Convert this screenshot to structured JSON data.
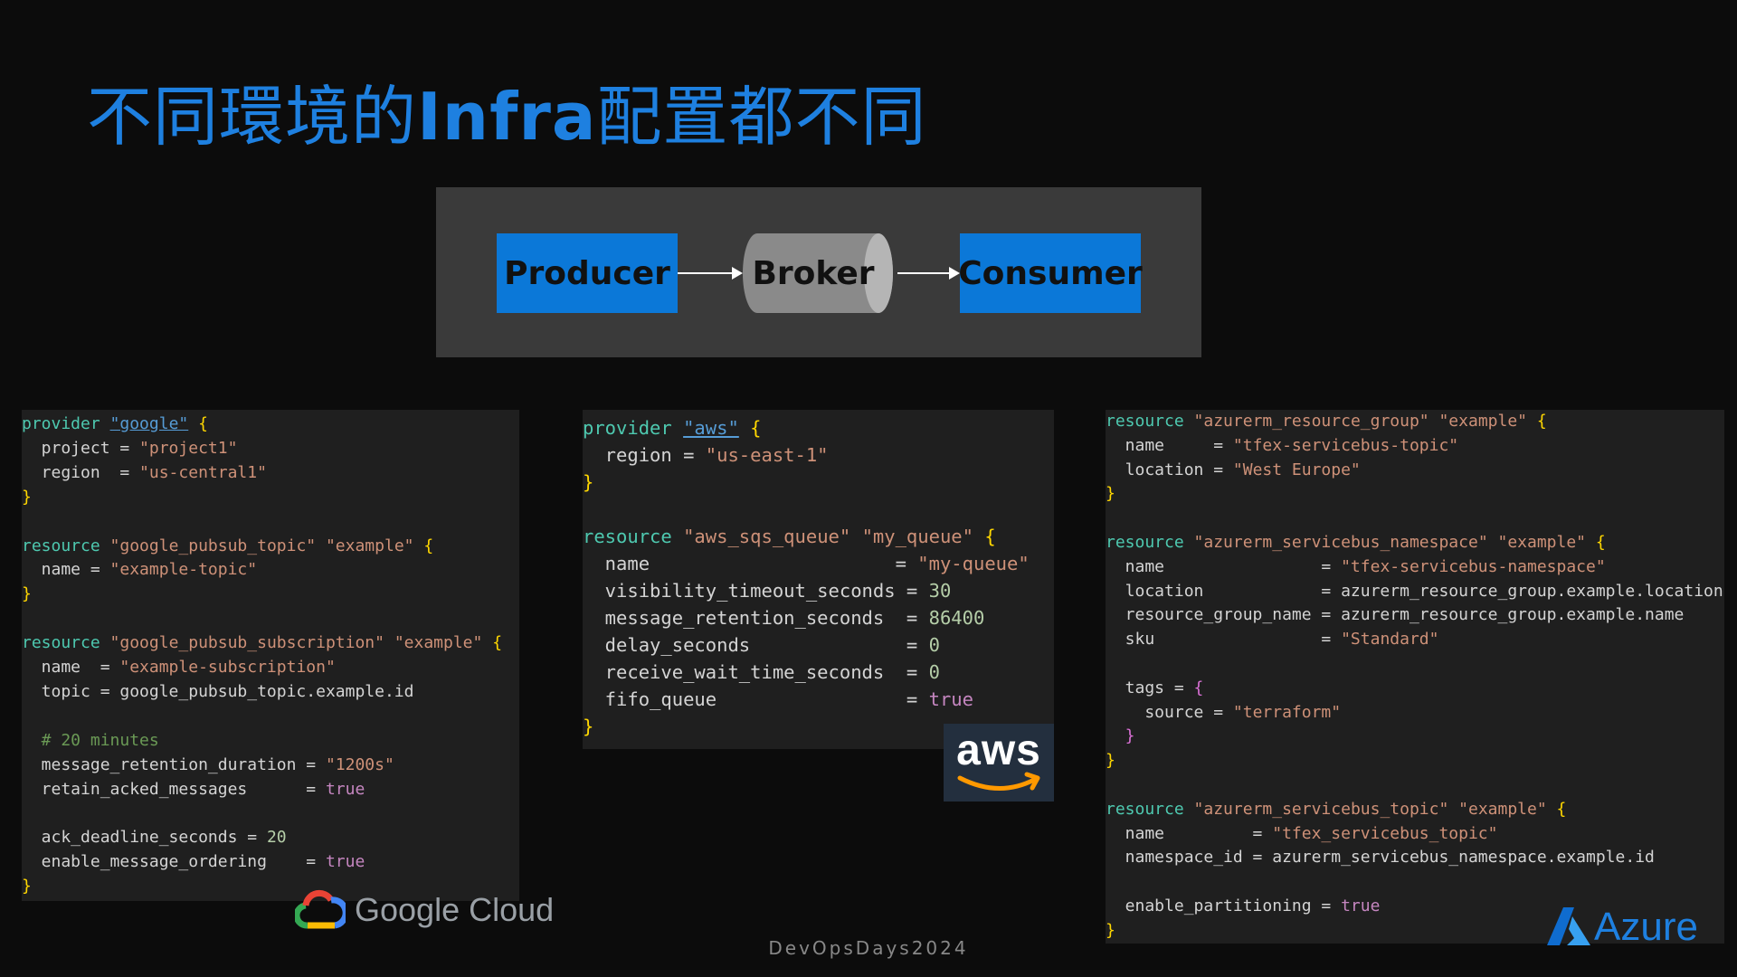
{
  "slide": {
    "title_part1": "不同環境的",
    "title_bold": "Infra",
    "title_part2": "配置都不同",
    "footer": "DevOpsDays2024"
  },
  "diagram": {
    "producer": "Producer",
    "broker": "Broker",
    "consumer": "Consumer",
    "box_color": "#0b78d8",
    "broker_color": "#8a8a8a"
  },
  "logos": {
    "google_cloud": "Google Cloud",
    "aws": "aws",
    "azure": "Azure"
  },
  "code_gcp": [
    [
      [
        "k",
        "provider "
      ],
      [
        "u",
        "\"google\""
      ],
      [
        "br",
        " {"
      ]
    ],
    [
      [
        "p",
        "  project = "
      ],
      [
        "s",
        "\"project1\""
      ]
    ],
    [
      [
        "p",
        "  region  = "
      ],
      [
        "s",
        "\"us-central1\""
      ]
    ],
    [
      [
        "br",
        "}"
      ]
    ],
    [],
    [
      [
        "k",
        "resource "
      ],
      [
        "s",
        "\"google_pubsub_topic\" \"example\""
      ],
      [
        "br",
        " {"
      ]
    ],
    [
      [
        "p",
        "  name = "
      ],
      [
        "s",
        "\"example-topic\""
      ]
    ],
    [
      [
        "br",
        "}"
      ]
    ],
    [],
    [
      [
        "k",
        "resource "
      ],
      [
        "s",
        "\"google_pubsub_subscription\" \"example\""
      ],
      [
        "br",
        " {"
      ]
    ],
    [
      [
        "p",
        "  name  = "
      ],
      [
        "s",
        "\"example-subscription\""
      ]
    ],
    [
      [
        "p",
        "  topic = google_pubsub_topic.example.id"
      ]
    ],
    [],
    [
      [
        "c",
        "  # 20 minutes"
      ]
    ],
    [
      [
        "p",
        "  message_retention_duration = "
      ],
      [
        "s",
        "\"1200s\""
      ]
    ],
    [
      [
        "p",
        "  retain_acked_messages      = "
      ],
      [
        "bo",
        "true"
      ]
    ],
    [],
    [
      [
        "p",
        "  ack_deadline_seconds = "
      ],
      [
        "n",
        "20"
      ]
    ],
    [
      [
        "p",
        "  enable_message_ordering    = "
      ],
      [
        "bo",
        "true"
      ]
    ],
    [
      [
        "br",
        "}"
      ]
    ]
  ],
  "code_aws": [
    [
      [
        "k",
        "provider "
      ],
      [
        "u",
        "\"aws\""
      ],
      [
        "br",
        " {"
      ]
    ],
    [
      [
        "p",
        "  region = "
      ],
      [
        "s",
        "\"us-east-1\""
      ]
    ],
    [
      [
        "br",
        "}"
      ]
    ],
    [],
    [
      [
        "k",
        "resource "
      ],
      [
        "s",
        "\"aws_sqs_queue\" \"my_queue\""
      ],
      [
        "br",
        " {"
      ]
    ],
    [
      [
        "p",
        "  name                      = "
      ],
      [
        "s",
        "\"my-queue\""
      ]
    ],
    [
      [
        "p",
        "  visibility_timeout_seconds = "
      ],
      [
        "n",
        "30"
      ]
    ],
    [
      [
        "p",
        "  message_retention_seconds  = "
      ],
      [
        "n",
        "86400"
      ]
    ],
    [
      [
        "p",
        "  delay_seconds              = "
      ],
      [
        "n",
        "0"
      ]
    ],
    [
      [
        "p",
        "  receive_wait_time_seconds  = "
      ],
      [
        "n",
        "0"
      ]
    ],
    [
      [
        "p",
        "  fifo_queue                 = "
      ],
      [
        "bo",
        "true"
      ]
    ],
    [
      [
        "br",
        "}"
      ]
    ]
  ],
  "code_azure": [
    [
      [
        "k",
        "resource "
      ],
      [
        "s",
        "\"azurerm_resource_group\" \"example\""
      ],
      [
        "br",
        " {"
      ]
    ],
    [
      [
        "p",
        "  name     = "
      ],
      [
        "s",
        "\"tfex-servicebus-topic\""
      ]
    ],
    [
      [
        "p",
        "  location = "
      ],
      [
        "s",
        "\"West Europe\""
      ]
    ],
    [
      [
        "br",
        "}"
      ]
    ],
    [],
    [
      [
        "k",
        "resource "
      ],
      [
        "s",
        "\"azurerm_servicebus_namespace\" \"example\""
      ],
      [
        "br",
        " {"
      ]
    ],
    [
      [
        "p",
        "  name                = "
      ],
      [
        "s",
        "\"tfex-servicebus-namespace\""
      ]
    ],
    [
      [
        "p",
        "  location            = azurerm_resource_group.example.location"
      ]
    ],
    [
      [
        "p",
        "  resource_group_name = azurerm_resource_group.example.name"
      ]
    ],
    [
      [
        "p",
        "  sku                 = "
      ],
      [
        "s",
        "\"Standard\""
      ]
    ],
    [],
    [
      [
        "p",
        "  tags = "
      ],
      [
        "br2",
        "{"
      ]
    ],
    [
      [
        "p",
        "    source = "
      ],
      [
        "s",
        "\"terraform\""
      ]
    ],
    [
      [
        "br2",
        "  }"
      ]
    ],
    [
      [
        "br",
        "}"
      ]
    ],
    [],
    [
      [
        "k",
        "resource "
      ],
      [
        "s",
        "\"azurerm_servicebus_topic\" \"example\""
      ],
      [
        "br",
        " {"
      ]
    ],
    [
      [
        "p",
        "  name         = "
      ],
      [
        "s",
        "\"tfex_servicebus_topic\""
      ]
    ],
    [
      [
        "p",
        "  namespace_id = azurerm_servicebus_namespace.example.id"
      ]
    ],
    [],
    [
      [
        "p",
        "  enable_partitioning = "
      ],
      [
        "bo",
        "true"
      ]
    ],
    [
      [
        "br",
        "}"
      ]
    ]
  ]
}
